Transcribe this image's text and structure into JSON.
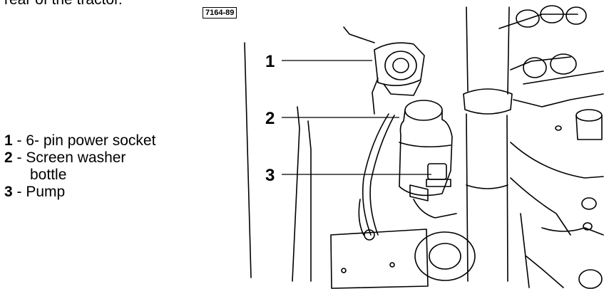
{
  "intro_text": "rear of the tractor.",
  "figure_ref": "7164-89",
  "callouts": [
    "1",
    "2",
    "3"
  ],
  "legend": [
    {
      "num": "1",
      "sep": " - ",
      "text": "6- pin power socket",
      "cont": ""
    },
    {
      "num": "2",
      "sep": " - ",
      "text": "Screen washer",
      "cont": "bottle"
    },
    {
      "num": "3",
      "sep": " - ",
      "text": "Pump",
      "cont": ""
    }
  ]
}
